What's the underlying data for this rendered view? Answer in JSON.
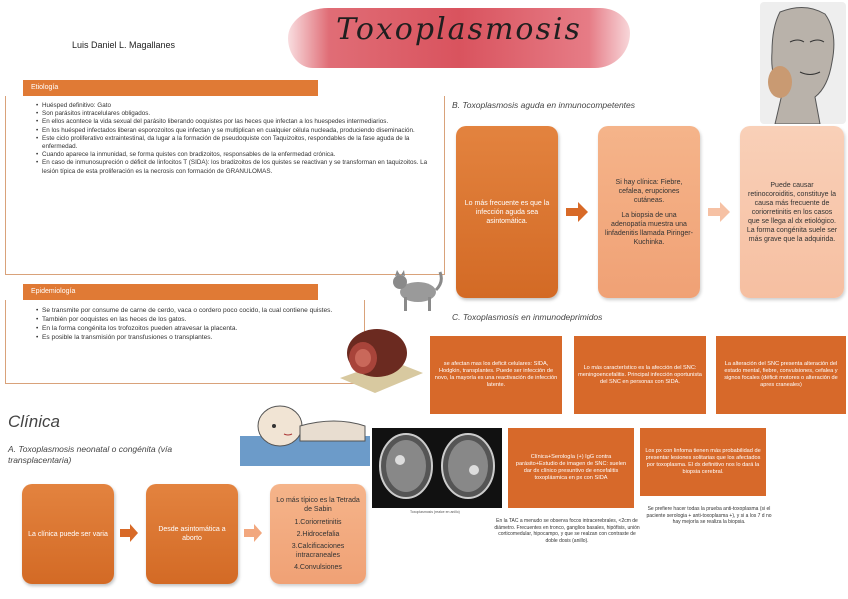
{
  "header": {
    "title": "Toxoplasmosis",
    "author": "Luis Daniel L. Magallanes"
  },
  "etiologia": {
    "label": "Etiología",
    "items": [
      "Huésped definitivo: Gato",
      "Son parásitos intracelulares obligados.",
      "En ellos acontece la vida sexual del parásito liberando ooquistes por las heces que infectan a los huespedes intermediarios.",
      "En los huésped infectados liberan esporozoitos que infectan y se multiplican en cualquier célula nucleada, produciendo diseminación.",
      "Este ciclo proliferativo extraintestinal, da lugar a la formación de pseudoquiste con Taquizoitos, respondables de la fase aguda de la enfermedad.",
      "Cuando aparece la inmunidad, se forma quistes con bradizoitos, responsables de la enfermedad crónica.",
      "En caso de inmunosupreción o déficit de linfocitos T (SIDA): los bradizoitos de los quistes se reactivan y se transforman en taquizoitos. La lesión típica de esta proliferación es la necrosis con formación de GRANULOMAS."
    ]
  },
  "epidemiologia": {
    "label": "Epidemiología",
    "items": [
      "Se transmite por consume de carne de cerdo, vaca o cordero poco cocido, la cual contiene quistes.",
      "También por ooquistes en las heces de los gatos.",
      "En la forma congénita los trofozoitos pueden atravesar la placenta.",
      "Es posible la transmisión por transfusiones o transplantes."
    ]
  },
  "clinica": {
    "title": "Clínica",
    "neonatal": {
      "subtitle": "A. Toxoplasmosis neonatal o congénita (vía transplacentaria)",
      "card1": "La clínica puede ser varia",
      "card2": "Desde asintomática a aborto",
      "card3_title": "Lo más típico es la Tetrada de Sabin",
      "card3_items": [
        "1.Coriorretinitis",
        "2.Hidrocefalia",
        "3.Calcificaciones intracraneales",
        "4.Convulsiones"
      ]
    },
    "inmunocompetentes": {
      "subtitle": "B. Toxoplasmosis aguda en inmunocompetentes",
      "card1": "Lo más frecuente es que la infección aguda sea asintomática.",
      "card2a": "Si hay clínica: Fiebre, cefalea, erupciones cutáneas.",
      "card2b": "La biopsia de una adenopatía muestra una linfadenitis llamada Piringer-Kuchinka.",
      "card3a": "Puede causar retinocoroiditis, constituye la causa más frecuente de coriorretinitis en los casos que se llega al dx etiológico.",
      "card3b": "La forma congénita suele ser más grave que la adquirida."
    },
    "inmunodeprimidos": {
      "subtitle": "C. Toxoplasmosis en inmunodeprimidos",
      "box1": "se afectan mas los deficit celulares: SIDA, Hodgkin, transplantes. Puede ser infección de novo, la mayoría es una reactivación de infección latente.",
      "box2": "Lo más característico es la afección del SNC: meningoencefalitis. Principal infección oportunista del SNC en personas con SIDA.",
      "box3": "La alteración del SNC presenta alteración del estado mental, fiebre, convulsiones, cefalea y signos focales (déficit motores o alteración de apres craneales)",
      "box4": "Clínica+Serología (+) IgG contra parásito+Estudio de imagen de SNC: suelen dar dx clínico presuntivo de encefalitis toxoplásmica en px con SIDA",
      "box5": "Los px con linfoma tienen más probabilidad de presentar lesiones solitarias que los afectados por toxoplasma. El dx definitivo nos lo dará la biopsia cerebral.",
      "note1": "En la TAC a menudo se observa focos intracerebrales, <2cm de diámetro. Frecuentes en tronco, ganglios basales, hipófisis, unión corticomedular, hipocampo, y que se realzan con contraste de doble dosis (anillo).",
      "note2": "Se prefiere hacer todas la prueba anti-toxoplasma (si el paciente serologia + anti-toxoplasma +), y si a los 7 d no hay mejoría se realiza la biopsia.",
      "scan_caption": "Toxoplasmosis (realce en anillo)"
    }
  }
}
